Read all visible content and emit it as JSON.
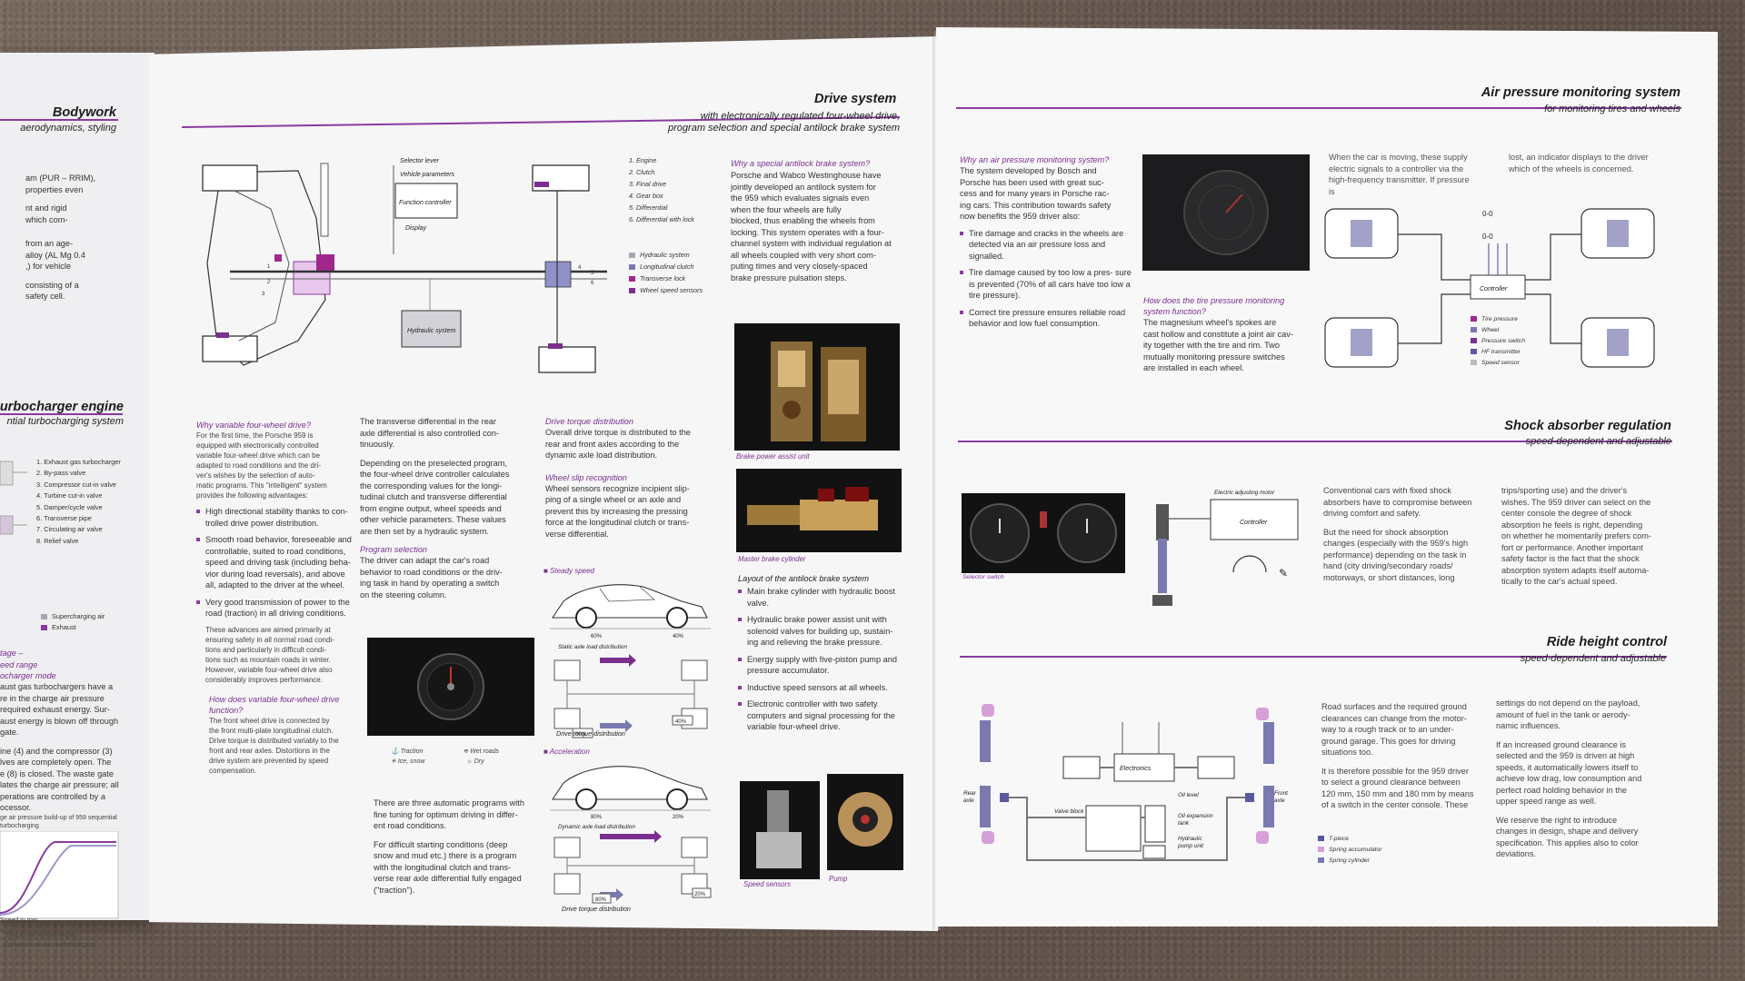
{
  "colors": {
    "accent": "#7a2f8f",
    "hydraulic": "#8a8a9a",
    "clutch": "#6f6f9f",
    "transverse": "#a0288c",
    "sensors": "#7a2f8f"
  },
  "left": {
    "bodywork_title": "Bodywork",
    "bodywork_sub": "aerodynamics, styling",
    "bodywork_lines": [
      "am (PUR – RRIM),",
      "properties even",
      "nt and rigid",
      "which com-",
      "from an age-",
      "alloy (AL Mg 0.4",
      ",) for vehicle",
      "consisting of a",
      "safety cell."
    ],
    "turbo_title": "urbocharger engine",
    "turbo_sub": "ntial turbocharging system",
    "turbo_legend": [
      "1. Exhaust gas turbocharger",
      "2. By-pass valve",
      "3. Compressor cut-in valve",
      "4. Turbine cut-in valve",
      "5. Damper/cycle valve",
      "6. Transverse pipe",
      "7. Circulating air valve",
      "8. Relief valve"
    ],
    "turbo_legend2": [
      "Supercharging air",
      "Exhaust"
    ],
    "stage_heads": [
      "tage –",
      "eed range",
      "ocharger mode"
    ],
    "stage_lines": [
      "aust gas turbochargers have a",
      "re in the charge air pressure",
      "required exhaust energy. Sur-",
      "aust energy is blown off through",
      "gate."
    ],
    "stage_lines2": [
      "ine (4) and the compressor (3)",
      "lves are completely open. The",
      "e (8) is closed. The waste gate",
      "lates the charge air pressure; all",
      "perations are controlled by a",
      "ocessor."
    ],
    "graph_title": "ge air pressure build-up of 959 sequential turbocharging",
    "graph_xlabel": "Speed in rpm",
    "graph_key1": "\"Sequential turbocharging\"",
    "graph_key2": "Conventional twin turbochargers"
  },
  "drive": {
    "title": "Drive system",
    "sub": [
      "with electronically regulated four-wheel drive,",
      "program selection and special antilock brake system"
    ],
    "diagram": {
      "selector": "Selector lever",
      "vehicle": "Vehicle parameters",
      "controller": "Function controller",
      "display": "Display",
      "hydraulic": "Hydraulic system",
      "nums": [
        "1",
        "2",
        "3",
        "4",
        "5",
        "6"
      ]
    },
    "legend": [
      "1. Engine",
      "2. Clutch",
      "3. Final drive",
      "4. Gear box",
      "5. Differential",
      "6. Differential with lock"
    ],
    "legend_colors": [
      "Hydraulic system",
      "Longitudinal clutch",
      "Transverse lock",
      "Wheel speed sensors"
    ],
    "why_q": "Why variable four-wheel drive?",
    "why_text": [
      "For the first time, the Porsche 959 is",
      "equipped with electronically controlled",
      "variable four-wheel drive which can be",
      "adapted to road conditions and the dri-",
      "ver's wishes by the selection of auto-",
      "matic programs. This \"intelligent\" system",
      "provides the following advantages:"
    ],
    "why_bullets": [
      "High directional stability thanks to con- trolled drive power distribution.",
      "Smooth road behavior, foreseeable and controllable, suited to road conditions, speed and driving task (including beha- vior during load reversals), and above all, adapted to the driver at the wheel.",
      "Very good transmission of power to the road (traction) in all driving conditions."
    ],
    "why_more": [
      "These advances are aimed primarily at",
      "ensuring safety in all normal road condi-",
      "tions and particularly in difficult condi-",
      "tions such as mountain roads in winter.",
      "However, variable four-wheel drive also",
      "considerably improves performance."
    ],
    "how_q": [
      "How does variable four-wheel drive",
      "function?"
    ],
    "how_text": [
      "The front wheel drive is connected by",
      "the front multi-plate longitudinal clutch.",
      "Drive torque is distributed variably to the",
      "front and rear axles. Distortions in the",
      "drive system are prevented by speed",
      "compensation."
    ],
    "col2_p1": [
      "The transverse differential in the rear",
      "axle differential is also controlled con-",
      "tinuously."
    ],
    "col2_p2": [
      "Depending on the preselected program,",
      "the four-wheel drive controller calculates",
      "the corresponding values for the longi-",
      "tudinal clutch and transverse differential",
      "from engine output, wheel speeds and",
      "other vehicle parameters. These values",
      "are then set by a hydraulic system."
    ],
    "prog_q": "Program selection",
    "prog_text": [
      "The driver can adapt the car's road",
      "behavior to road conditions or the driv-",
      "ing task in hand by operating a switch",
      "on the steering column."
    ],
    "prog_keys": [
      "Traction",
      "Wet roads",
      "Ice, snow",
      "Dry"
    ],
    "prog_p": [
      "There are three automatic programs with",
      "fine tuning for optimum driving in differ-",
      "ent road conditions."
    ],
    "prog_p2": [
      "For difficult starting conditions (deep",
      "snow and mud etc.) there is a program",
      "with the longitudinal clutch and trans-",
      "verse rear axle differential fully engaged",
      "(\"traction\")."
    ],
    "torque_q": "Drive torque distribution",
    "torque_text": [
      "Overall drive torque is distributed to the",
      "rear and front axles according to the",
      "dynamic axle load distribution."
    ],
    "slip_q": "Wheel slip recognition",
    "slip_text": [
      "Wheel sensors recognize incipient slip-",
      "ping of a single wheel or an axle and",
      "prevent this by increasing the pressing",
      "force at the longitudinal clutch or trans-",
      "verse differential."
    ],
    "steady": "Steady speed",
    "static_cap": "Static axle load distribution",
    "drive_cap": "Drive torque distribution",
    "accel": "Acceleration",
    "dyn_cap": "Dynamic axle load distribution",
    "drive_cap2": "Drive torque distribution",
    "pct_a": [
      "60%",
      "40%"
    ],
    "pct_b": [
      "60%",
      "40%"
    ],
    "pct_c": [
      "80%",
      "20%"
    ],
    "pct_d": [
      "80%",
      "20%"
    ],
    "abs_q": [
      "Why a special antilock brake system?"
    ],
    "abs_text": [
      "Porsche and Wabco Westinghouse have",
      "jointly developed an antilock system for",
      "the 959 which evaluates signals even",
      "when the four wheels are fully",
      "blocked, thus enabling the wheels from",
      "locking. This system operates with a four-",
      "channel system with individual regulation at",
      "all wheels coupled with very short com-",
      "puting times and very closely-spaced",
      "brake pressure pulsation steps."
    ],
    "cap_brake": "Brake power assist unit",
    "cap_master": "Master brake cylinder",
    "layout_head": "Layout of the antilock brake system",
    "layout_bullets": [
      "Main brake cylinder with hydraulic boost valve.",
      "Hydraulic brake power assist unit with solenoid valves for building up, sustain- ing and relieving the brake pressure.",
      "Energy supply with five-piston pump and pressure accumulator.",
      "Inductive speed sensors at all wheels.",
      "Electronic controller with two safety computers and signal processing for the variable four-wheel drive."
    ],
    "cap_speed": "Speed sensors",
    "cap_pump": "Pump"
  },
  "air": {
    "title": "Air pressure monitoring system",
    "sub": "for monitoring tires and wheels",
    "q1": "Why an air pressure monitoring system?",
    "t1": [
      "The system developed by Bosch and",
      "Porsche has been used with great suc-",
      "cess and for many years in Porsche rac-",
      "ing cars. This contribution towards safety",
      "now benefits the 959 driver also:"
    ],
    "bullets": [
      "Tire damage and cracks in the wheels are detected via an air pressure loss and signalled.",
      "Tire damage caused by too low a pres- sure is prevented (70% of all cars have too low a tire pressure).",
      "Correct tire pressure ensures reliable road behavior and low fuel consumption."
    ],
    "q2": [
      "How does the tire pressure monitoring",
      "system function?"
    ],
    "t2": [
      "The magnesium wheel's spokes are",
      "cast hollow and constitute a joint air cav-",
      "ity together with the tire and rim. Two",
      "mutually monitoring pressure switches",
      "are installed in each wheel."
    ],
    "t3": [
      "When the car is moving, these supply",
      "electric signals to a controller via the",
      "high-frequency transmitter. If pressure is"
    ],
    "t4": [
      "lost, an indicator displays to the driver",
      "which of the wheels is concerned."
    ],
    "controller": "Controller",
    "legend": [
      "Tire pressure",
      "Wheel",
      "Pressure switch",
      "HF transmitter",
      "Speed sensor"
    ]
  },
  "shock": {
    "title": "Shock absorber regulation",
    "sub": "speed-dependent and adjustable",
    "motor": "Electric adjusting motor",
    "controller": "Controller",
    "selector_cap": "Selector switch",
    "c1": [
      "Conventional cars with fixed shock",
      "absorbers have to compromise between",
      "driving comfort and safety."
    ],
    "c1b": [
      "But the need for shock absorption",
      "changes (especially with the 959's high",
      "performance) depending on the task in",
      "hand (city driving/secondary roads/",
      "motorways, or short distances, long"
    ],
    "c2": [
      "trips/sporting use) and the driver's",
      "wishes. The 959 driver can select on the",
      "center console the degree of shock",
      "absorption he feels is right, depending",
      "on whether he momentarily prefers com-",
      "fort or performance. Another important",
      "safety factor is the fact that the shock",
      "absorption system adapts itself automa-",
      "tically to the car's actual speed."
    ]
  },
  "ride": {
    "title": "Ride height control",
    "sub": "speed-dependent and adjustable",
    "electronics": "Electronics",
    "valve": "Valve block",
    "oil": "Oil level",
    "oil_tank": [
      "Oil expansion",
      "tank"
    ],
    "pump": [
      "Hydraulic",
      "pump unit"
    ],
    "rear": [
      "Rear",
      "axle"
    ],
    "front": [
      "Front",
      "axle"
    ],
    "legend": [
      "T-piece",
      "Spring accumulator",
      "Spring cylinder"
    ],
    "c1": [
      "Road surfaces and the required ground",
      "clearances can change from the motor-",
      "way to a rough track or to an under-",
      "ground garage. This goes for driving",
      "situations too."
    ],
    "c1b": [
      "It is therefore possible for the 959 driver",
      "to select a ground clearance between",
      "120 mm, 150 mm and 180 mm by means",
      "of a switch in the center console. These"
    ],
    "c2": [
      "settings do not depend on the payload,",
      "amount of fuel in the tank or aerody-",
      "namic influences."
    ],
    "c2b": [
      "If an increased ground clearance is",
      "selected and the 959 is driven at high",
      "speeds, it automatically lowers itself to",
      "achieve low drag, low consumption and",
      "perfect road holding behavior in the",
      "upper speed range as well."
    ],
    "c2c": [
      "We reserve the right to introduce",
      "changes in design, shape and delivery",
      "specification. This applies also to color",
      "deviations."
    ]
  }
}
